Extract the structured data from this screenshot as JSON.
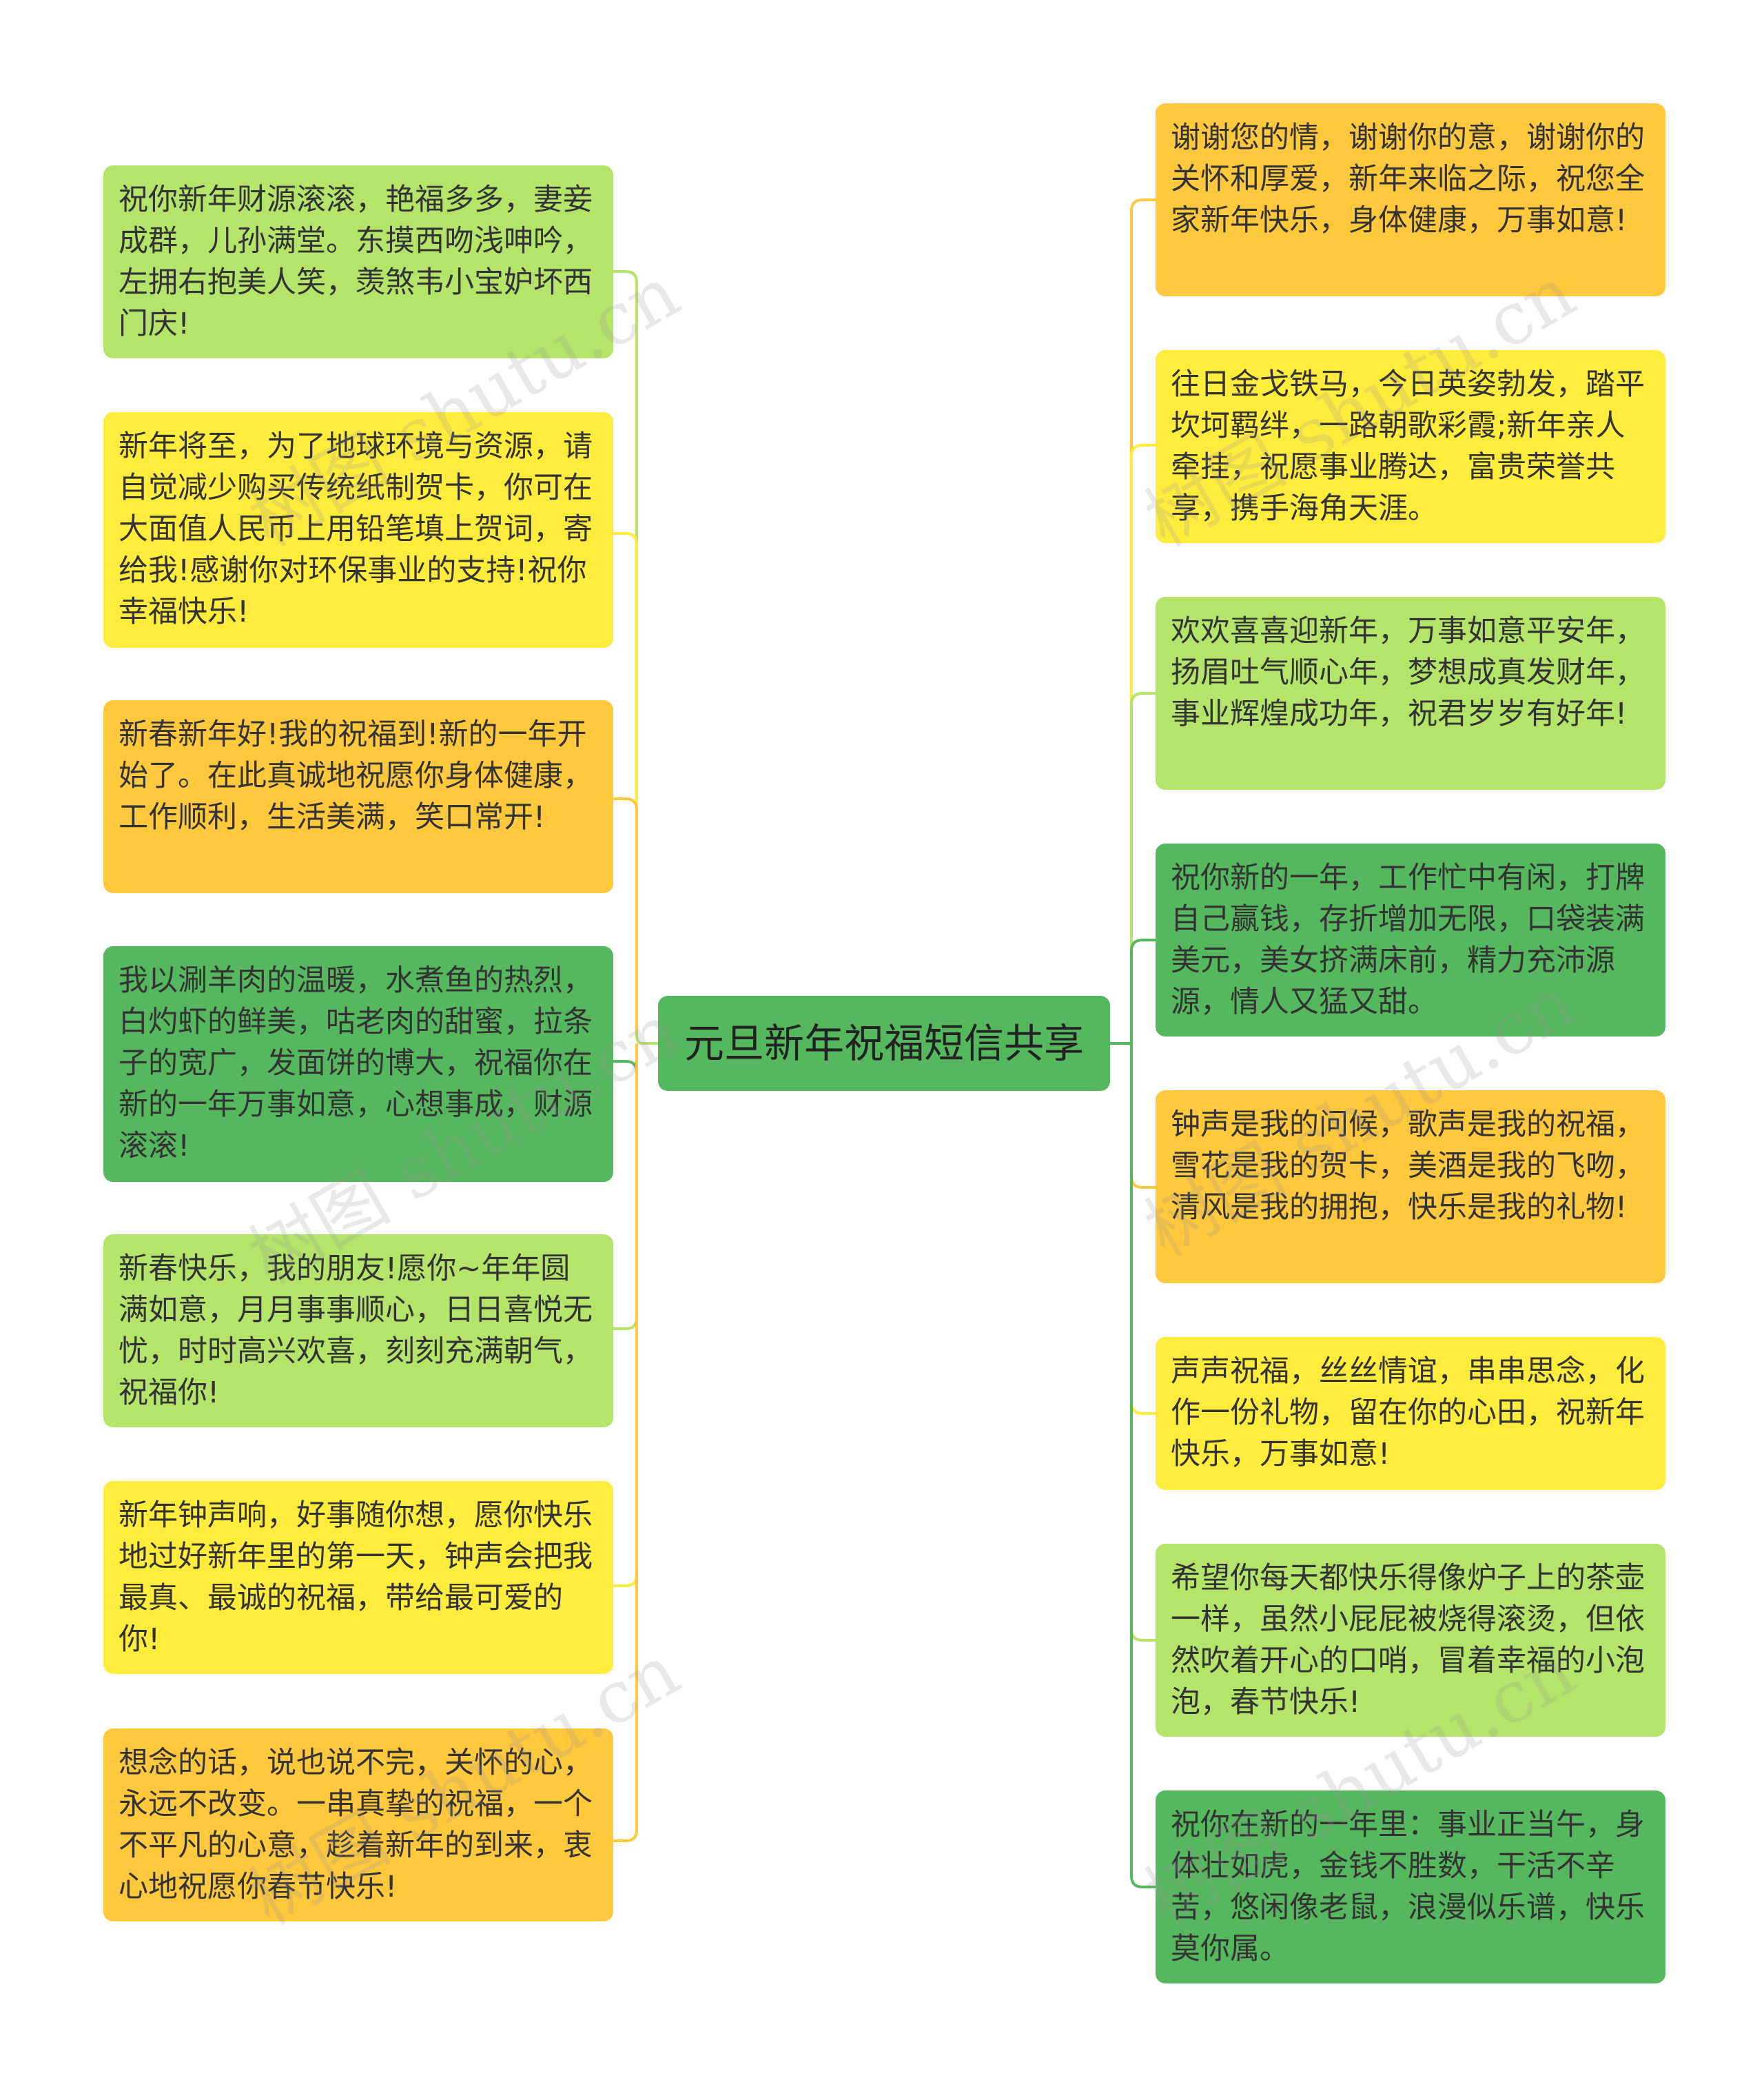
{
  "colors": {
    "lime": "#b5e46a",
    "yellow": "#ffec3d",
    "orange": "#ffc83d",
    "green": "#56b85e"
  },
  "root": {
    "label": "元旦新年祝福短信共享",
    "color": "green"
  },
  "left_branches": [
    {
      "text": "祝你新年财源滚滚，艳福多多，妻妾成群，儿孙满堂。东摸西吻浅呻吟，左拥右抱美人笑，羡煞韦小宝妒坏西门庆!",
      "color": "lime"
    },
    {
      "text": "新年将至，为了地球环境与资源，请自觉减少购买传统纸制贺卡，你可在大面值人民币上用铅笔填上贺词，寄给我!感谢你对环保事业的支持!祝你幸福快乐!",
      "color": "yellow"
    },
    {
      "text": "新春新年好!我的祝福到!新的一年开始了。在此真诚地祝愿你身体健康，工作顺利，生活美满，笑口常开!",
      "color": "orange"
    },
    {
      "text": "我以涮羊肉的温暖，水煮鱼的热烈，白灼虾的鲜美，咕老肉的甜蜜，拉条子的宽广，发面饼的博大，祝福你在新的一年万事如意，心想事成，财源滚滚!",
      "color": "green"
    },
    {
      "text": "新春快乐，我的朋友!愿你~年年圆满如意，月月事事顺心，日日喜悦无忧，时时高兴欢喜，刻刻充满朝气，祝福你!",
      "color": "lime"
    },
    {
      "text": "新年钟声响，好事随你想，愿你快乐地过好新年里的第一天，钟声会把我最真、最诚的祝福，带给最可爱的你!",
      "color": "yellow"
    },
    {
      "text": "想念的话，说也说不完，关怀的心，永远不改变。一串真挚的祝福，一个不平凡的心意，趁着新年的到来，衷心地祝愿你春节快乐!",
      "color": "orange"
    }
  ],
  "right_branches": [
    {
      "text": "谢谢您的情，谢谢你的意，谢谢你的关怀和厚爱，新年来临之际，祝您全家新年快乐，身体健康，万事如意!",
      "color": "orange"
    },
    {
      "text": "往日金戈铁马，今日英姿勃发，踏平坎坷羁绊，一路朝歌彩霞;新年亲人牵挂，祝愿事业腾达，富贵荣誉共享，携手海角天涯。",
      "color": "yellow"
    },
    {
      "text": "欢欢喜喜迎新年，万事如意平安年，扬眉吐气顺心年，梦想成真发财年，事业辉煌成功年，祝君岁岁有好年!",
      "color": "lime"
    },
    {
      "text": "祝你新的一年，工作忙中有闲，打牌自己赢钱，存折增加无限，口袋装满美元，美女挤满床前，精力充沛源源，情人又猛又甜。",
      "color": "green"
    },
    {
      "text": "钟声是我的问候，歌声是我的祝福，雪花是我的贺卡，美酒是我的飞吻，清风是我的拥抱，快乐是我的礼物!",
      "color": "orange"
    },
    {
      "text": "声声祝福，丝丝情谊，串串思念，化作一份礼物，留在你的心田，祝新年快乐，万事如意!",
      "color": "yellow"
    },
    {
      "text": "希望你每天都快乐得像炉子上的茶壶一样，虽然小屁屁被烧得滚烫，但依然吹着开心的口哨，冒着幸福的小泡泡，春节快乐!",
      "color": "lime"
    },
    {
      "text": "祝你在新的一年里：事业正当午，身体壮如虎，金钱不胜数，干活不辛苦，悠闲像老鼠，浪漫似乐谱，快乐莫你属。",
      "color": "green"
    }
  ],
  "watermark": "树图 shutu.cn"
}
